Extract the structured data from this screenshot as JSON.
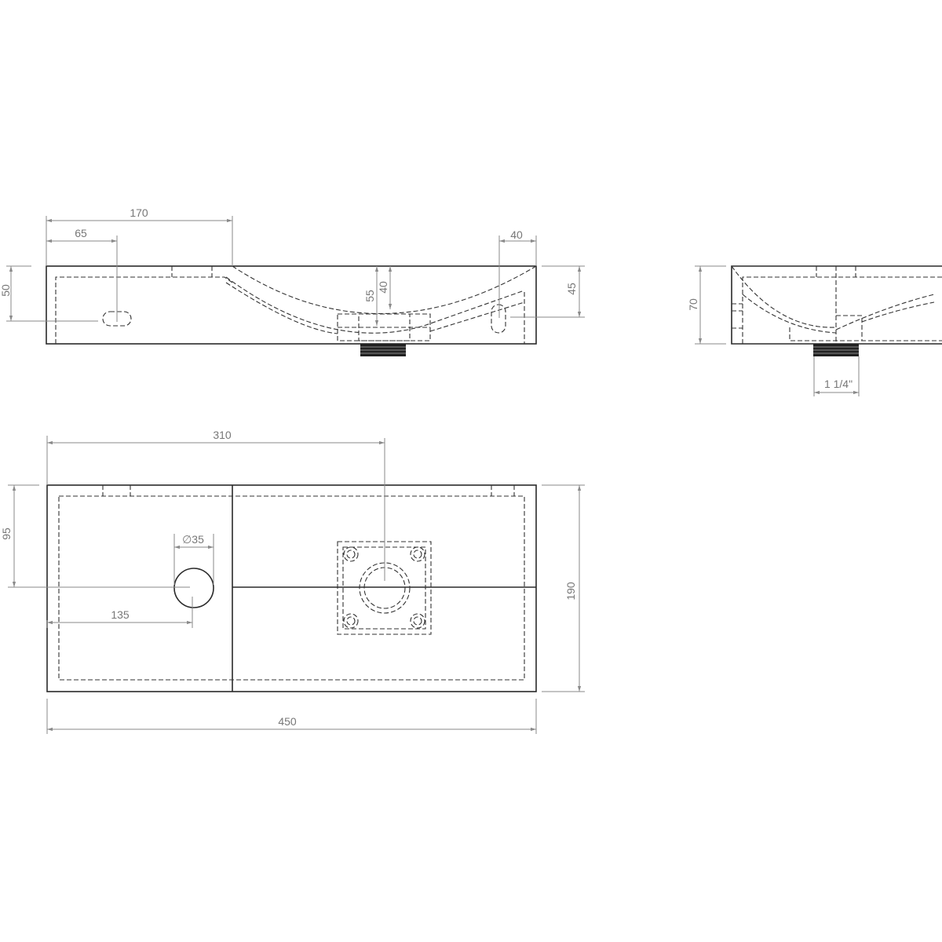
{
  "front_view": {
    "dim_170": "170",
    "dim_65": "65",
    "dim_40_top": "40",
    "dim_50": "50",
    "dim_55": "55",
    "dim_40_depth": "40",
    "dim_45": "45"
  },
  "side_view": {
    "dim_70": "70",
    "dim_thread": "1 1/4\""
  },
  "plan_view": {
    "dim_310": "310",
    "dim_diameter": "∅35",
    "dim_95": "95",
    "dim_135": "135",
    "dim_190": "190",
    "dim_450": "450"
  },
  "colors": {
    "outline": "#2a2a2a",
    "dimension": "#8a8a8a"
  }
}
